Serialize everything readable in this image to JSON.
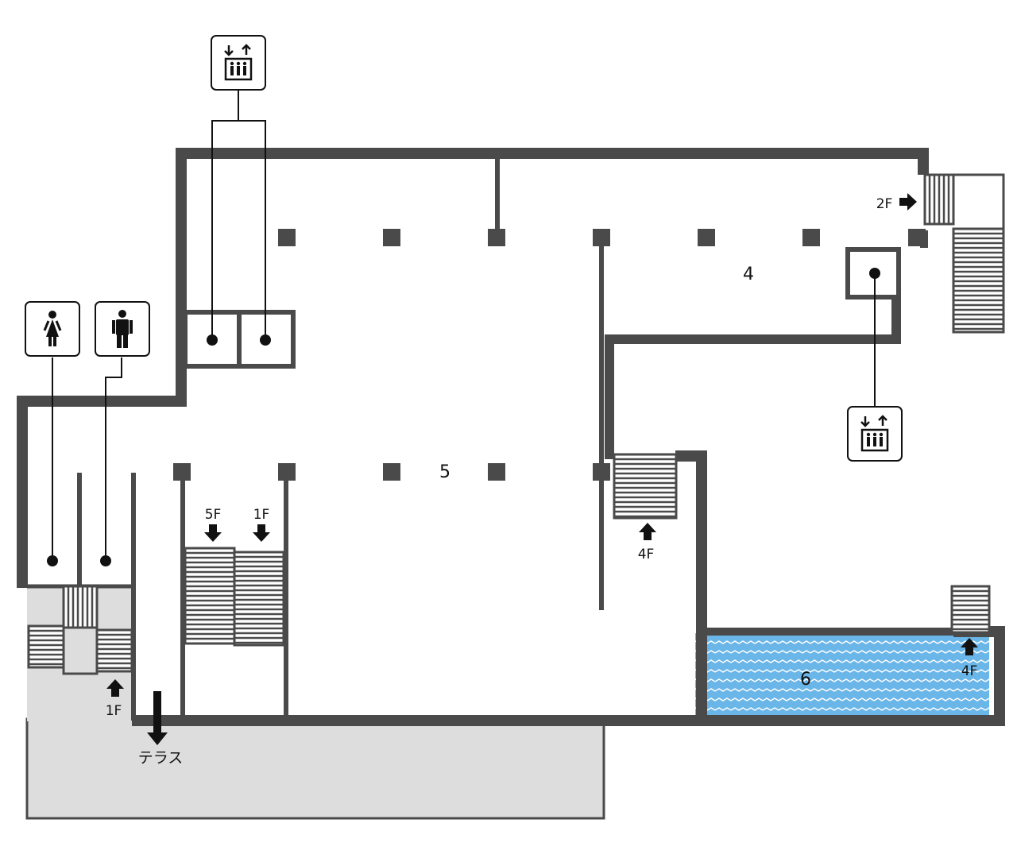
{
  "rooms": {
    "room4": "4",
    "room5": "5",
    "room6": "6"
  },
  "floor_labels": {
    "to_5f": "5F",
    "to_1f_center": "1F",
    "from_4f_mid": "4F",
    "to_2f": "2F",
    "from_1f_left": "1F",
    "from_4f_right": "4F"
  },
  "terrace_label": "テラス",
  "icons": {
    "restroom_women": "woman-icon",
    "restroom_men": "man-icon",
    "elevator_top": "elevator-icon",
    "elevator_right": "elevator-icon"
  },
  "colors": {
    "wall": "#4a4a4a",
    "outdoor": "#dddddd",
    "water": "#6bb6e8",
    "arrow": "#111111"
  }
}
